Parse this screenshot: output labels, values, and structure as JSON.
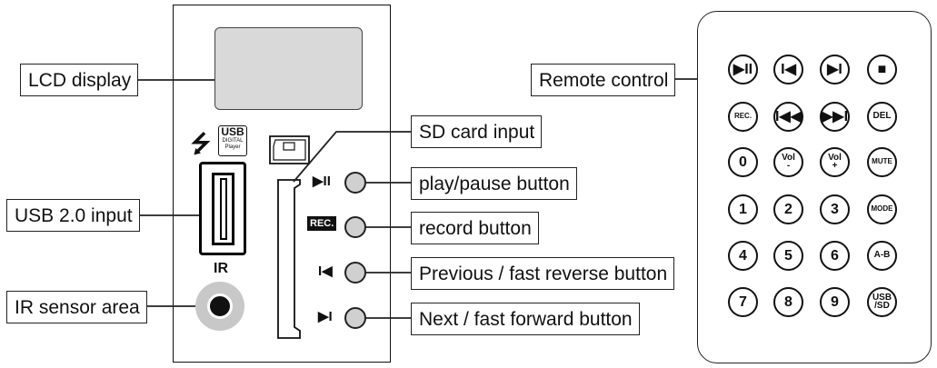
{
  "labels": {
    "lcd": "LCD display",
    "usb": "USB 2.0 input",
    "ir_sensor": "IR sensor area",
    "sd": "SD card input",
    "play_pause": "play/pause button",
    "record": "record button",
    "previous": "Previous / fast reverse button",
    "next": "Next / fast forward button",
    "remote": "Remote control"
  },
  "panel": {
    "ir_text": "IR",
    "usb_logo_top": "USB",
    "usb_logo_bottom": "DIGITAL Player",
    "rec_badge": "REC."
  },
  "remote_keys": [
    {
      "name": "play-pause-key",
      "label": "▶II"
    },
    {
      "name": "previous-key",
      "label": "I◀"
    },
    {
      "name": "next-key",
      "label": "▶I"
    },
    {
      "name": "stop-key",
      "label": "■"
    },
    {
      "name": "rec-key",
      "label": "REC."
    },
    {
      "name": "rewind-key",
      "label": "I◀◀"
    },
    {
      "name": "forward-key",
      "label": "▶▶I"
    },
    {
      "name": "del-key",
      "label": "DEL"
    },
    {
      "name": "digit-0-key",
      "label": "0"
    },
    {
      "name": "vol-down-key",
      "label": "Vol\n-"
    },
    {
      "name": "vol-up-key",
      "label": "Vol\n+"
    },
    {
      "name": "mute-key",
      "label": "MUTE"
    },
    {
      "name": "digit-1-key",
      "label": "1"
    },
    {
      "name": "digit-2-key",
      "label": "2"
    },
    {
      "name": "digit-3-key",
      "label": "3"
    },
    {
      "name": "mode-key",
      "label": "MODE"
    },
    {
      "name": "digit-4-key",
      "label": "4"
    },
    {
      "name": "digit-5-key",
      "label": "5"
    },
    {
      "name": "digit-6-key",
      "label": "6"
    },
    {
      "name": "ab-key",
      "label": "A-B"
    },
    {
      "name": "digit-7-key",
      "label": "7"
    },
    {
      "name": "digit-8-key",
      "label": "8"
    },
    {
      "name": "digit-9-key",
      "label": "9"
    },
    {
      "name": "usb-sd-key",
      "label": "USB\n/SD"
    }
  ]
}
